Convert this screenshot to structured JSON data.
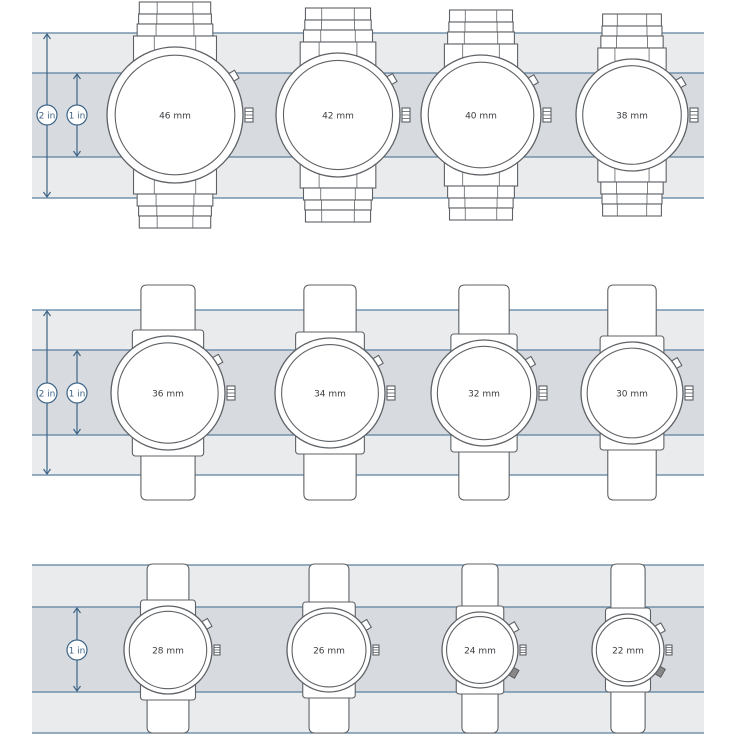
{
  "colors": {
    "band_outer": "#e9ebec",
    "band_inner": "#d7dbe0",
    "band_line": "#5b7f9f",
    "scale_blue": "#3d6486",
    "watch_stroke": "#5e6266",
    "watch_fill": "#ffffff",
    "label_text": "#3a3d40"
  },
  "rows": [
    {
      "style": "bracelet",
      "scales": [
        "2 in",
        "1 in"
      ],
      "watches": [
        {
          "label": "46 mm"
        },
        {
          "label": "42 mm"
        },
        {
          "label": "40 mm"
        },
        {
          "label": "38 mm"
        }
      ]
    },
    {
      "style": "strap",
      "scales": [
        "2 in",
        "1 in"
      ],
      "watches": [
        {
          "label": "36 mm"
        },
        {
          "label": "34 mm"
        },
        {
          "label": "32 mm"
        },
        {
          "label": "30 mm"
        }
      ]
    },
    {
      "style": "strap-small",
      "scales": [
        "1 in"
      ],
      "watches": [
        {
          "label": "28 mm"
        },
        {
          "label": "26 mm"
        },
        {
          "label": "24 mm"
        },
        {
          "label": "22 mm"
        }
      ]
    }
  ]
}
